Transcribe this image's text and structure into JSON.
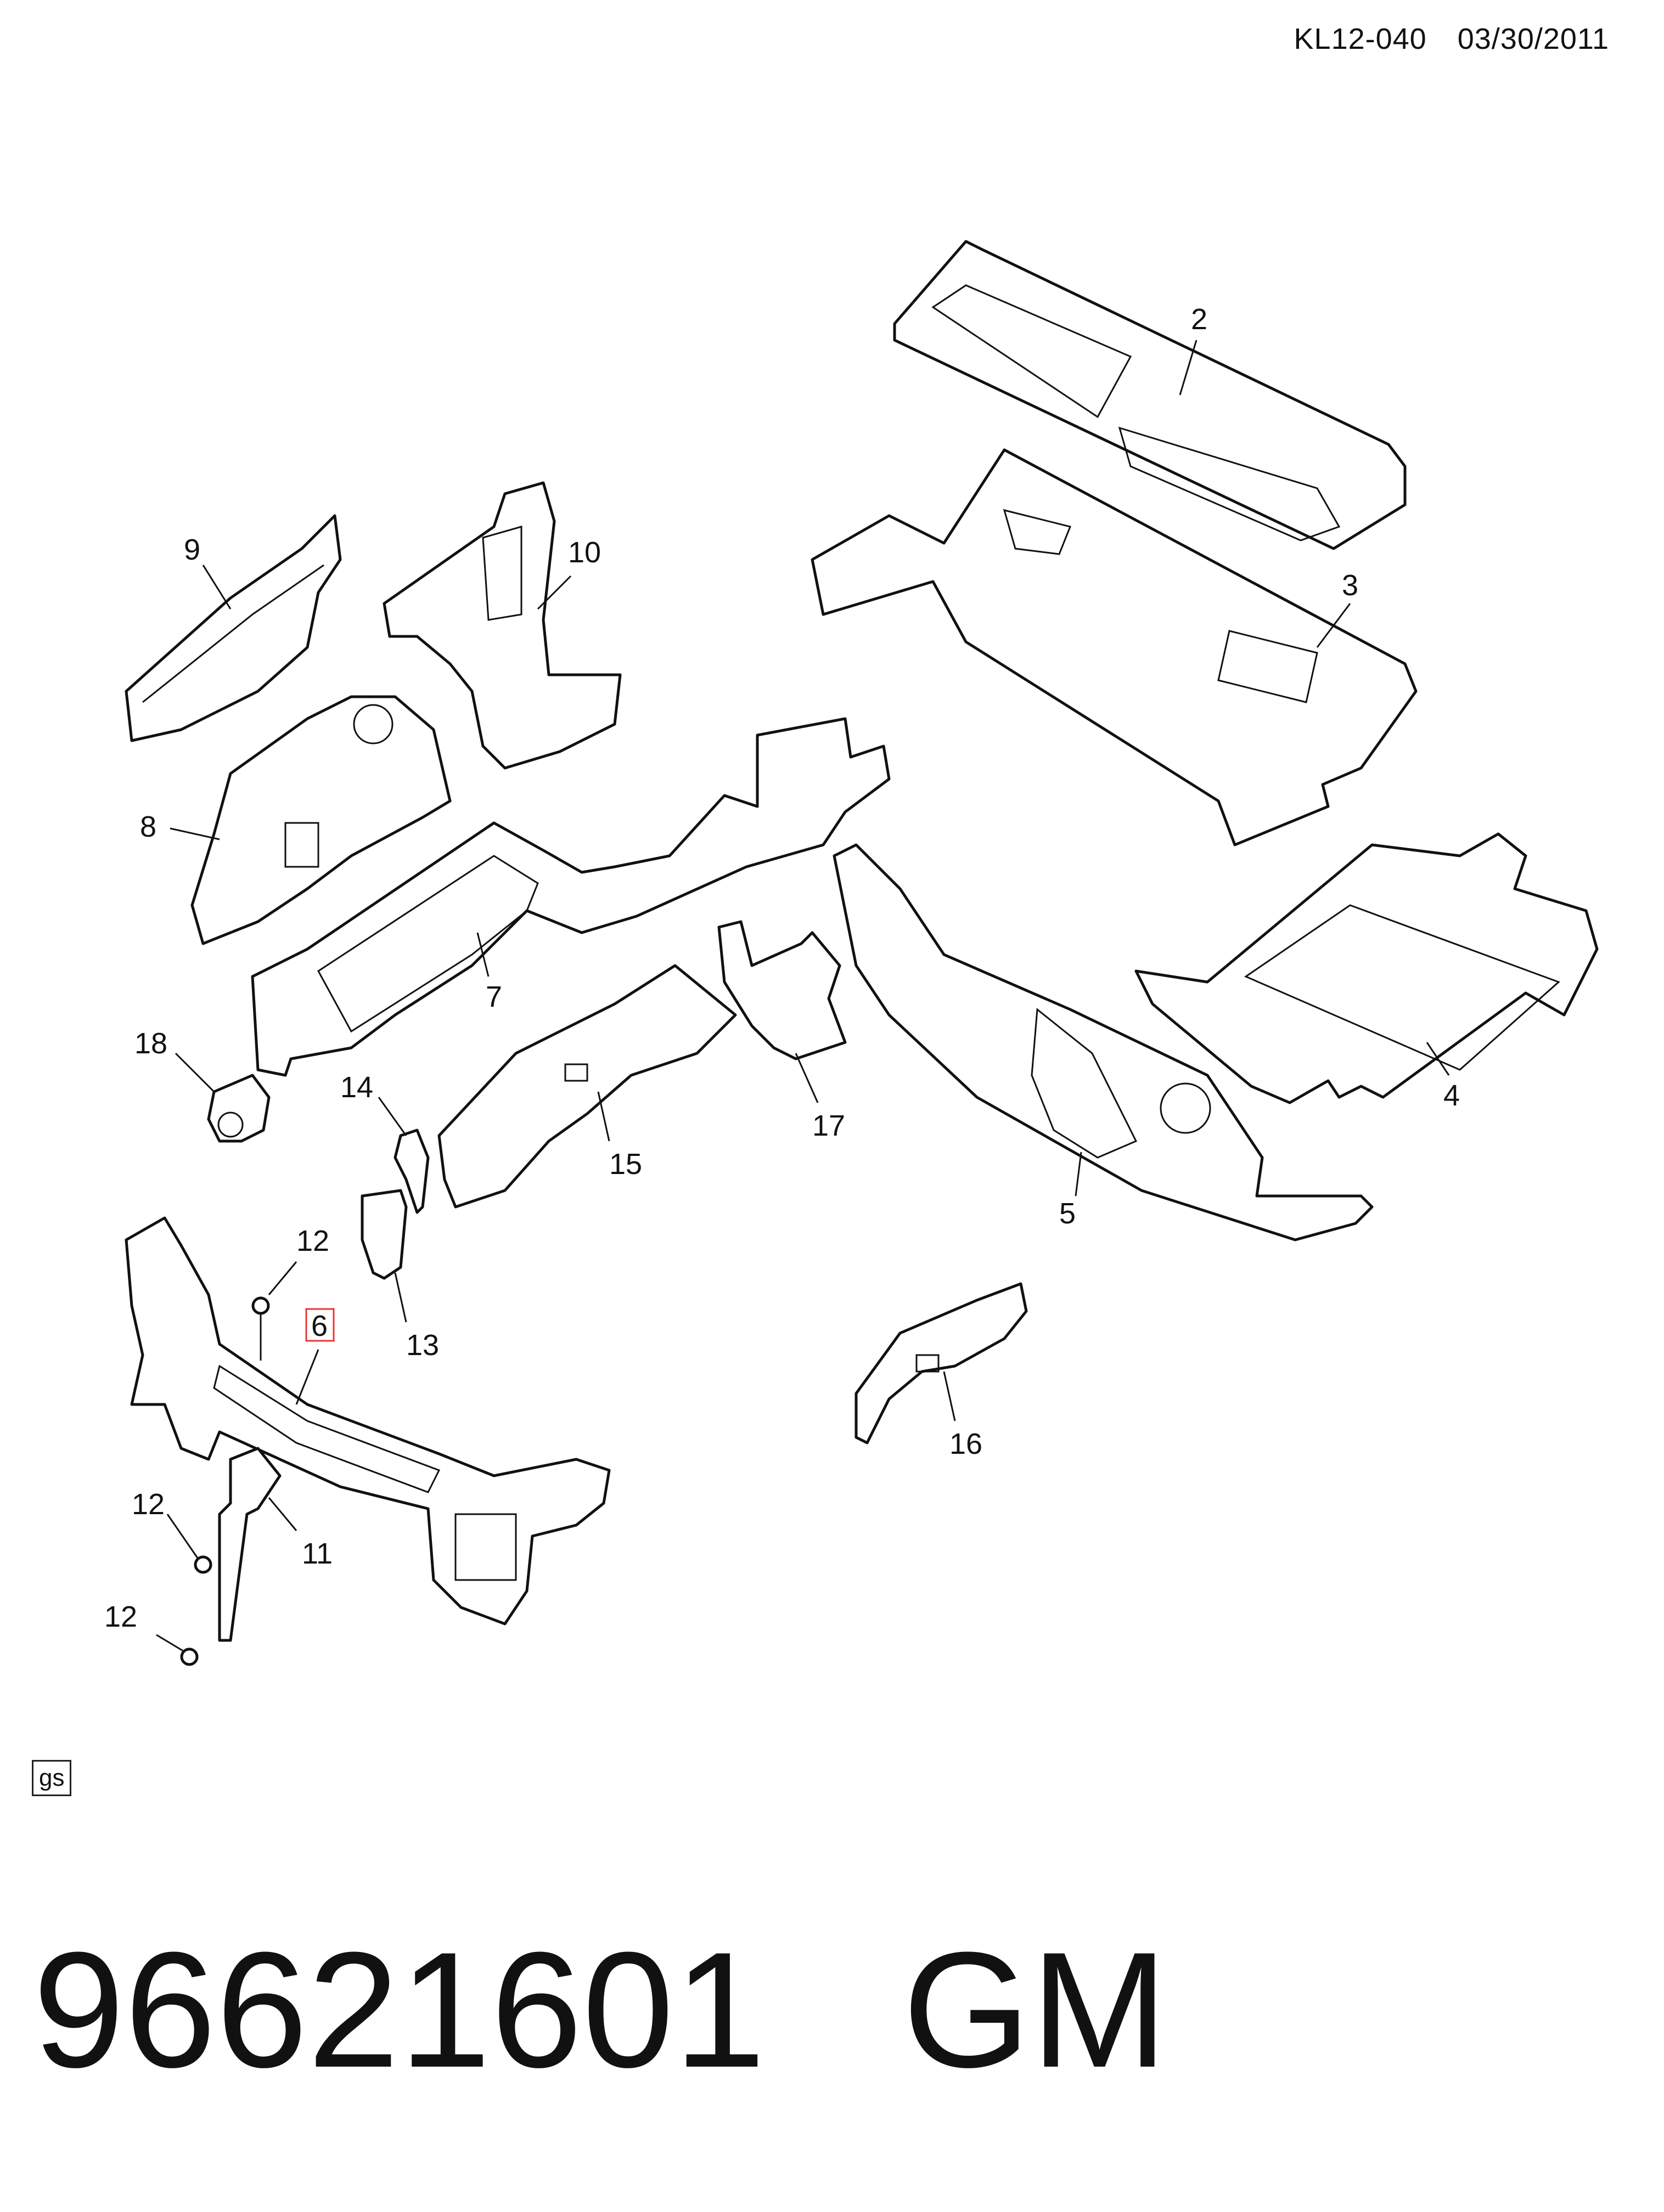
{
  "header": {
    "code": "KL12-040",
    "date": "03/30/2011"
  },
  "callouts": {
    "c2": "2",
    "c3": "3",
    "c4": "4",
    "c5": "5",
    "c6": "6",
    "c7": "7",
    "c8": "8",
    "c9": "9",
    "c10": "10",
    "c11": "11",
    "c12a": "12",
    "c12b": "12",
    "c12c": "12",
    "c13": "13",
    "c14": "14",
    "c15": "15",
    "c16": "16",
    "c17": "17",
    "c18": "18"
  },
  "badge": "gs",
  "footer": {
    "part_number": "96621601",
    "brand": "GM"
  },
  "colors": {
    "line": "#111111",
    "highlight": "#e33333"
  }
}
